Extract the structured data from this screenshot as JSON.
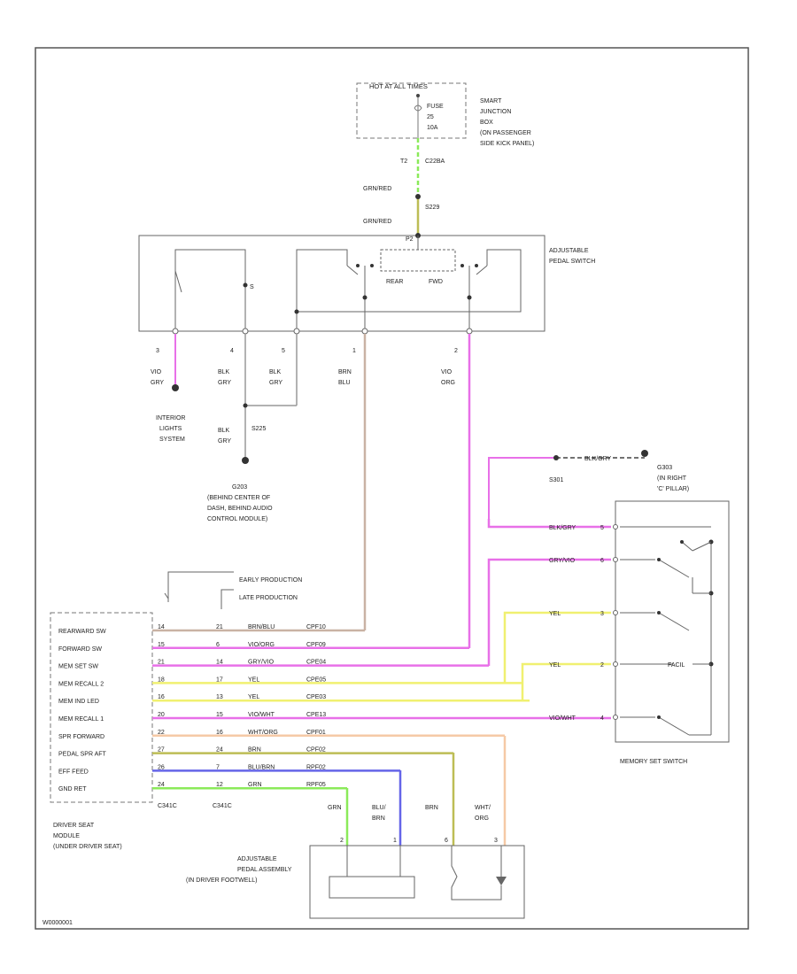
{
  "fuse_box": {
    "header": "HOT AT ALL TIMES",
    "fuse_lines": [
      "FUSE",
      "25",
      "10A"
    ],
    "name_lines": [
      "SMART",
      "JUNCTION",
      "BOX",
      "(ON PASSENGER",
      "SIDE KICK PANEL)"
    ]
  },
  "wire_labels": {
    "feed_pin": "T2",
    "feed_connector": "C22BA",
    "grn_red_1": "GRN/RED",
    "splice": "S229",
    "grn_red_2": "GRN/RED",
    "pin_top": "P2"
  },
  "pedal_switch": {
    "name_lines": [
      "ADJUSTABLE",
      "PEDAL SWITCH"
    ],
    "inner_switch": "S",
    "rear_label": "REAR",
    "fwd_label": "FWD",
    "pins": [
      "3",
      "4",
      "5",
      "1",
      "2"
    ],
    "wires": [
      [
        "VIO",
        "GRY"
      ],
      [
        "BLK",
        "GRY"
      ],
      [
        "BLK",
        "GRY"
      ],
      [
        "BRN",
        "BLU"
      ],
      [
        "VIO",
        "ORG"
      ]
    ]
  },
  "interior": [
    "INTERIOR",
    "LIGHTS",
    "SYSTEM"
  ],
  "ground": {
    "splice": "S225",
    "wire": [
      "BLK",
      "GRY"
    ],
    "name_lines": [
      "G203",
      "(BEHIND CENTER OF",
      "DASH, BEHIND AUDIO",
      "CONTROL MODULE)"
    ]
  },
  "ground2": {
    "splice": "S301",
    "wire": "BLK/GRY",
    "name_lines": [
      "G303",
      "(IN RIGHT",
      "'C' PILLAR)"
    ]
  },
  "production": {
    "early": "EARLY PRODUCTION",
    "late": "LATE PRODUCTION"
  },
  "dsm": {
    "rows": [
      {
        "label": "REARWARD SW",
        "p1": "14",
        "p2": "21",
        "color": "BRN/BLU",
        "circuit": "CPF10"
      },
      {
        "label": "FORWARD SW",
        "p1": "15",
        "p2": "6",
        "color": "VIO/ORG",
        "circuit": "CPF09"
      },
      {
        "label": "MEM SET SW",
        "p1": "21",
        "p2": "14",
        "color": "GRY/VIO",
        "circuit": "CPE04"
      },
      {
        "label": "MEM RECALL 2",
        "p1": "18",
        "p2": "17",
        "color": "YEL",
        "circuit": "CPE05"
      },
      {
        "label": "MEM IND LED",
        "p1": "16",
        "p2": "13",
        "color": "YEL",
        "circuit": "CPE03"
      },
      {
        "label": "MEM RECALL 1",
        "p1": "20",
        "p2": "15",
        "color": "VIO/WHT",
        "circuit": "CPE13"
      },
      {
        "label": "SPR FORWARD",
        "p1": "22",
        "p2": "16",
        "color": "WHT/ORG",
        "circuit": "CPF01"
      },
      {
        "label": "PEDAL SPR AFT",
        "p1": "27",
        "p2": "24",
        "color": "BRN",
        "circuit": "CPF02"
      },
      {
        "label": "EFF FEED",
        "p1": "26",
        "p2": "7",
        "color": "BLU/BRN",
        "circuit": "RPF02"
      },
      {
        "label": "GND RET",
        "p1": "24",
        "p2": "12",
        "color": "GRN",
        "circuit": "RPF05"
      }
    ],
    "connector_left": "C341C",
    "connector_right": "C341C",
    "name_lines": [
      "DRIVER SEAT",
      "MODULE",
      "(UNDER DRIVER SEAT)"
    ]
  },
  "memory_switch": {
    "name": "MEMORY SET SWITCH",
    "wires": [
      {
        "color": "BLK/GRY",
        "pin": "5"
      },
      {
        "color": "GRY/VIO",
        "pin": "6"
      },
      {
        "color": "YEL",
        "pin": "3"
      },
      {
        "color": "YEL",
        "pin": "2"
      },
      {
        "color": "VIO/WHT",
        "pin": "4"
      }
    ],
    "led": "FACIL"
  },
  "pedal_assembly": {
    "name_lines": [
      "ADJUSTABLE",
      "PEDAL ASSEMBLY",
      "(IN DRIVER FOOTWELL)"
    ],
    "wires": [
      [
        "GRN"
      ],
      [
        "BLU/",
        "BRN"
      ],
      [
        "BRN"
      ],
      [
        "WHT/",
        "ORG"
      ]
    ],
    "pins": [
      "2",
      "1",
      "6",
      "3"
    ]
  },
  "figure_id": "W0000001",
  "wire_colors": {
    "green": "#8bea5a",
    "violet": "#e870e8",
    "brown": "#c9b2a4",
    "yellow": "#f0f070",
    "orange": "#f5c9a6",
    "blue": "#6565e8",
    "olive": "#bdbd55",
    "grey": "#999999"
  }
}
